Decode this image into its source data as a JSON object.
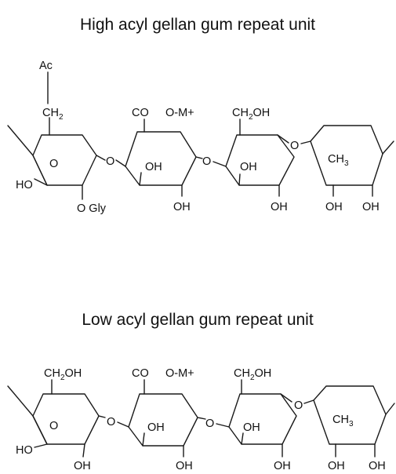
{
  "structures": [
    {
      "title": "High acyl gellan gum repeat unit",
      "unit1": {
        "acyl": "Ac",
        "ch2": "CH",
        "ch2_sub": "2",
        "ring_o": "O",
        "ho": "HO",
        "o_gly": "O Gly"
      },
      "link_o1": "O",
      "unit2": {
        "co": "CO",
        "om": "O-M+",
        "oh_inner": "OH",
        "oh_bottom": "OH"
      },
      "link_o2": "O",
      "unit3": {
        "ch2oh_a": "CH",
        "ch2oh_sub": "2",
        "ch2oh_b": "OH",
        "oh_inner": "OH",
        "oh_bottom": "OH"
      },
      "link_o3": "O",
      "unit4": {
        "ch3": "CH",
        "ch3_sub": "3",
        "oh1": "OH",
        "oh2": "OH"
      }
    },
    {
      "title": "Low acyl gellan gum repeat unit",
      "unit1": {
        "ch2oh_a": "CH",
        "ch2oh_sub": "2",
        "ch2oh_b": "OH",
        "ring_o": "O",
        "ho": "HO",
        "oh_bottom": "OH"
      },
      "link_o1": "O",
      "unit2": {
        "co": "CO",
        "om": "O-M+",
        "oh_inner": "OH",
        "oh_bottom": "OH"
      },
      "link_o2": "O",
      "unit3": {
        "ch2oh_a": "CH",
        "ch2oh_sub": "2",
        "ch2oh_b": "OH",
        "oh_inner": "OH",
        "oh_bottom": "OH"
      },
      "link_o3": "O",
      "unit4": {
        "ch3": "CH",
        "ch3_sub": "3",
        "oh1": "OH",
        "oh2": "OH"
      }
    }
  ]
}
